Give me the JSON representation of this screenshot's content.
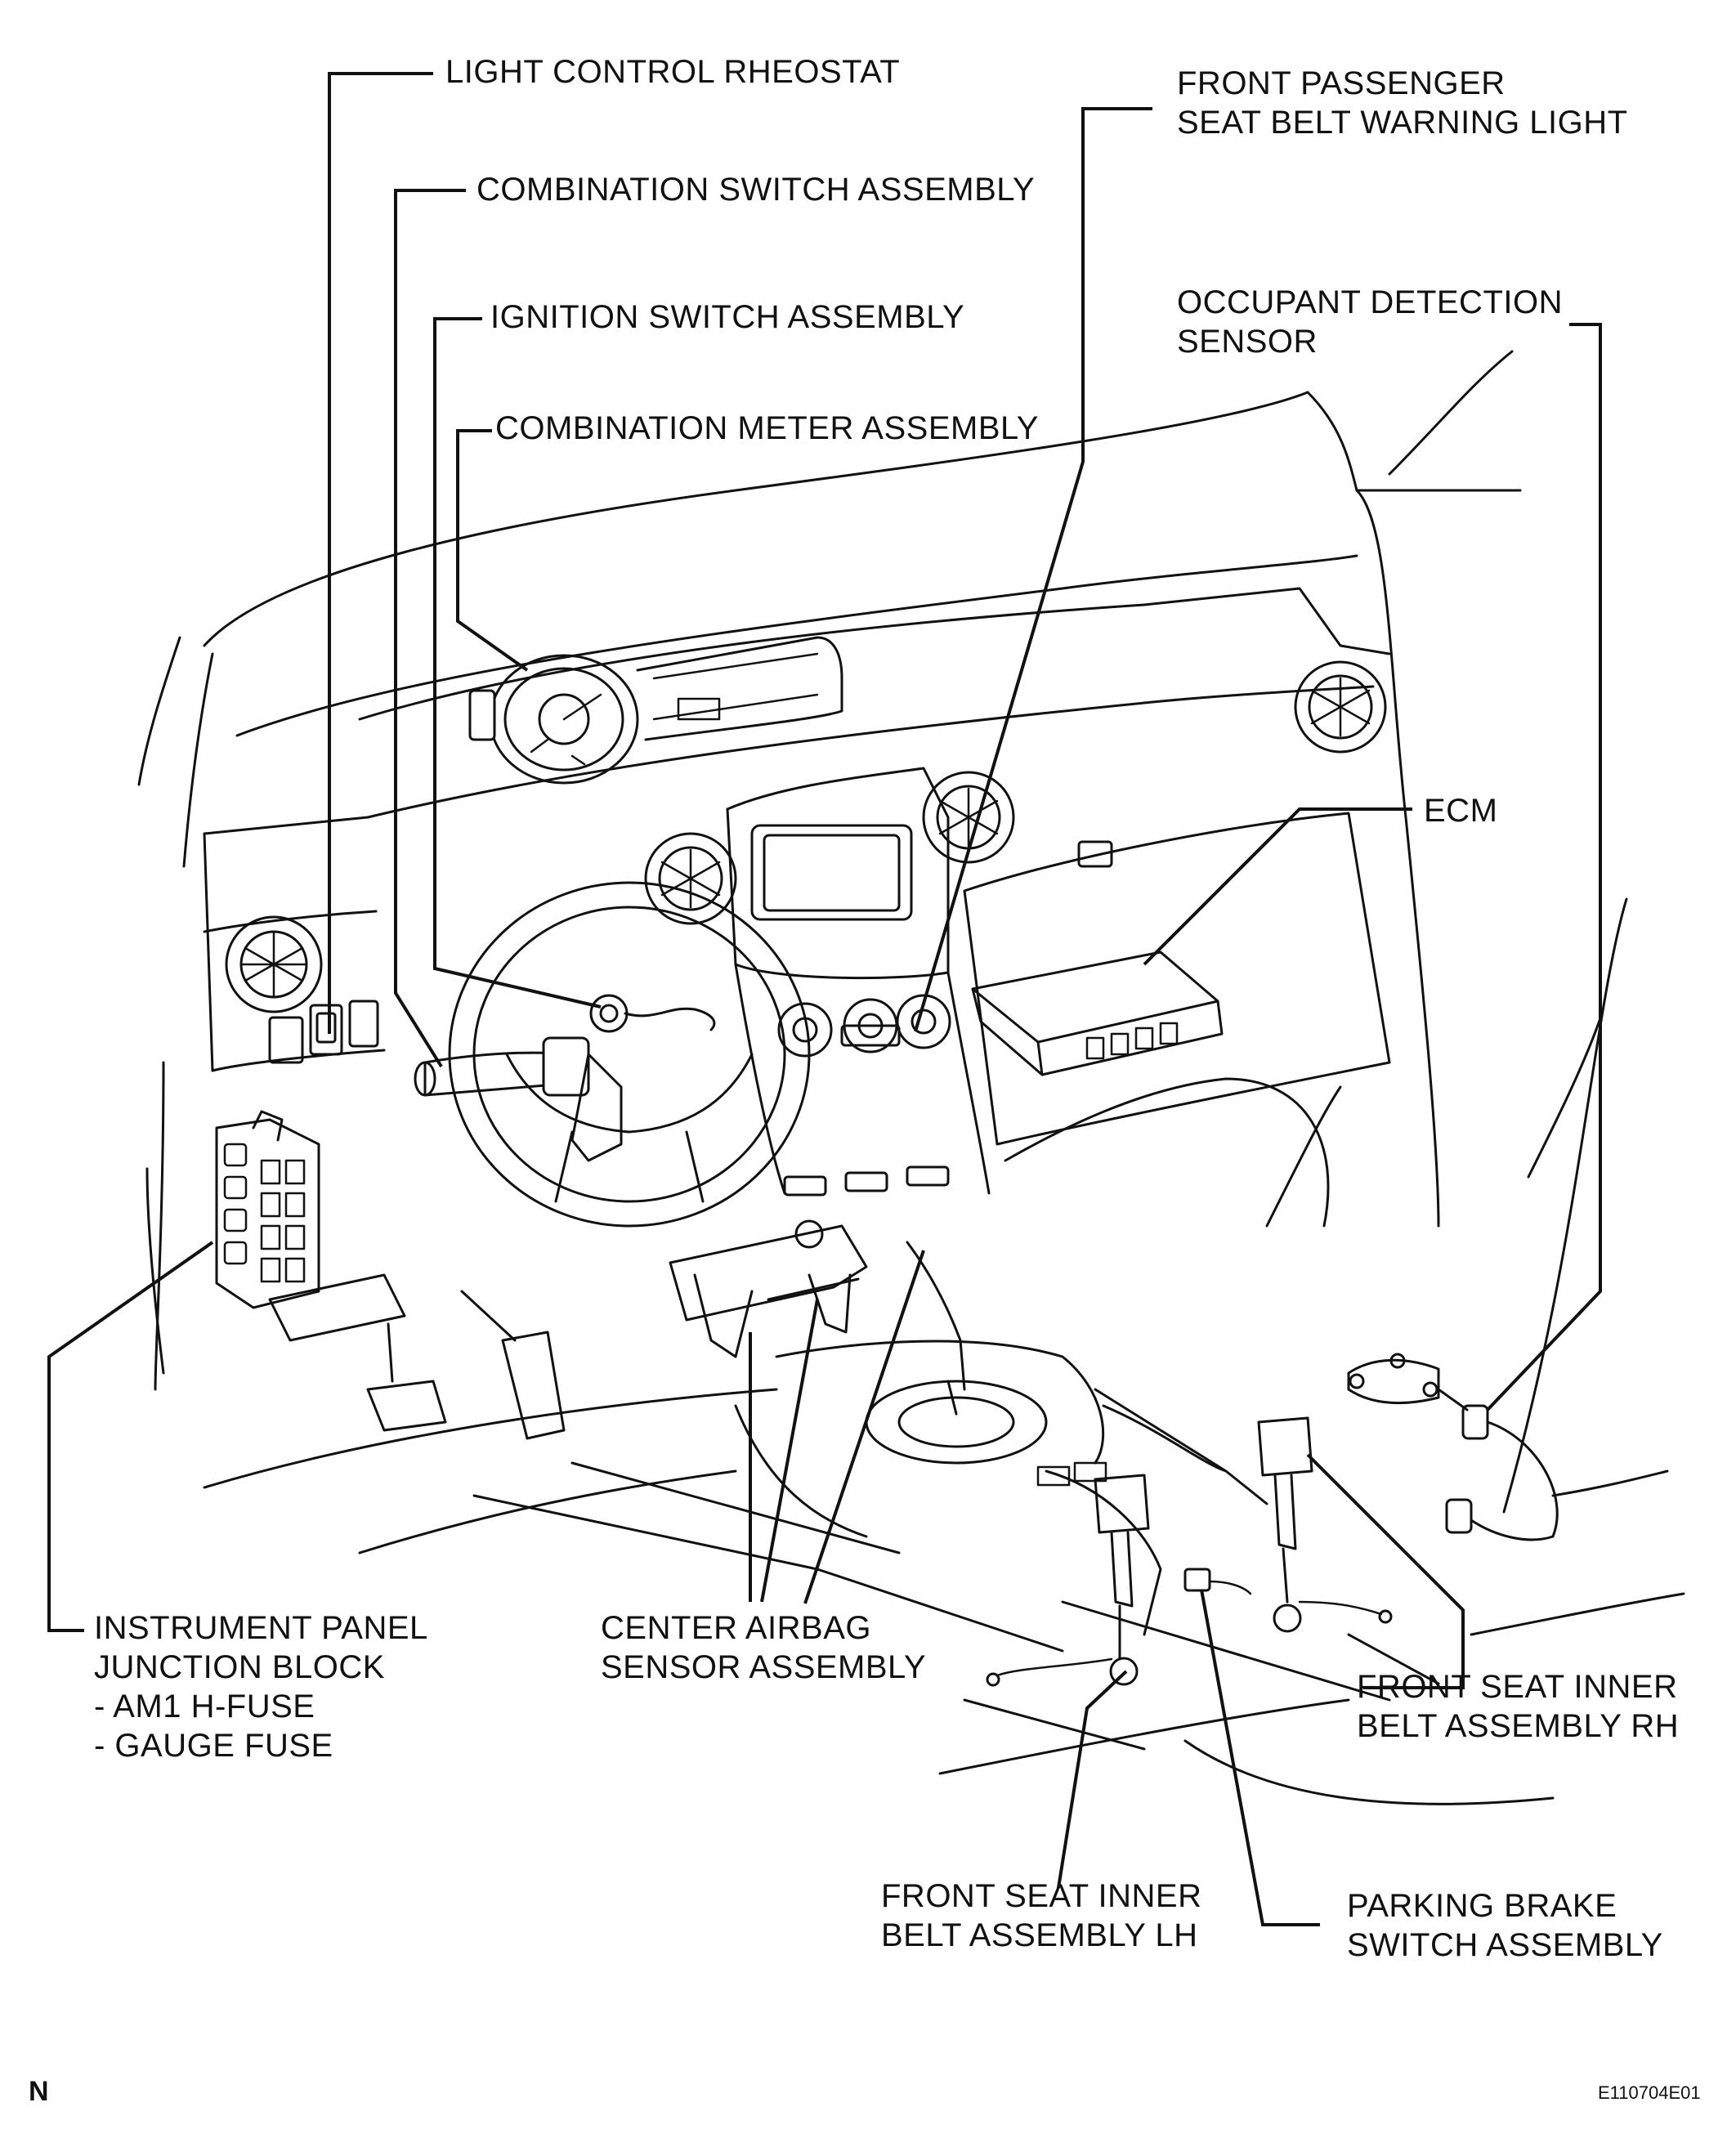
{
  "labels": {
    "light_control_rheostat": "LIGHT CONTROL RHEOSTAT",
    "combination_switch": "COMBINATION SWITCH ASSEMBLY",
    "ignition_switch": "IGNITION SWITCH ASSEMBLY",
    "combination_meter": "COMBINATION METER ASSEMBLY",
    "front_passenger_seat_belt_light": [
      "FRONT PASSENGER",
      "SEAT BELT WARNING LIGHT"
    ],
    "occupant_detection_sensor": [
      "OCCUPANT DETECTION",
      "SENSOR"
    ],
    "ecm": "ECM",
    "instrument_panel_junction_block": [
      "INSTRUMENT PANEL",
      "JUNCTION BLOCK",
      "- AM1 H-FUSE",
      "- GAUGE FUSE"
    ],
    "center_airbag_sensor": [
      "CENTER AIRBAG",
      "SENSOR ASSEMBLY"
    ],
    "front_seat_inner_belt_rh": [
      "FRONT SEAT INNER",
      "BELT ASSEMBLY RH"
    ],
    "front_seat_inner_belt_lh": [
      "FRONT SEAT INNER",
      "BELT ASSEMBLY LH"
    ],
    "parking_brake_switch": [
      "PARKING BRAKE",
      "SWITCH ASSEMBLY"
    ]
  },
  "corner_mark": "N",
  "figure_code": "E110704E01"
}
